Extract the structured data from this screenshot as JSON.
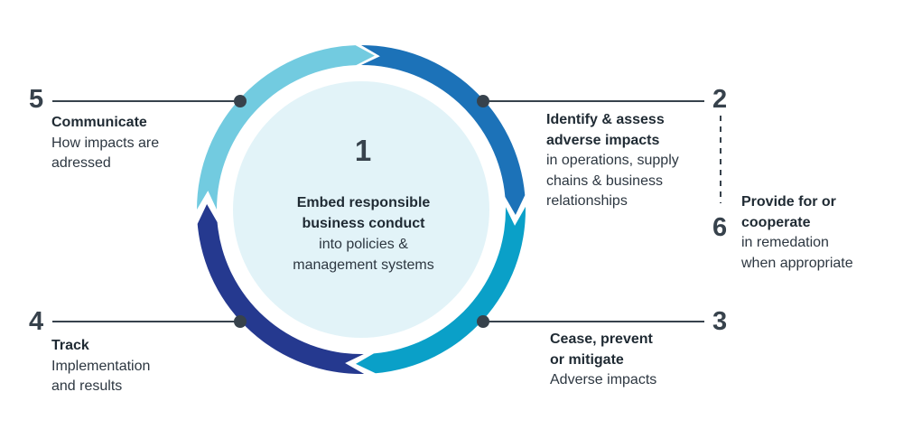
{
  "center": {
    "number": "1",
    "title_line1": "Embed responsible",
    "title_line2": "business conduct",
    "desc_line1": "into policies &",
    "desc_line2": "management systems"
  },
  "steps": {
    "identify": {
      "number": "2",
      "title_line1": "Identify & assess",
      "title_line2": "adverse impacts",
      "desc_line1": "in operations, supply",
      "desc_line2": "chains & business",
      "desc_line3": "relationships"
    },
    "cease": {
      "number": "3",
      "title_line1": "Cease, prevent",
      "title_line2": "or mitigate",
      "desc_line1": "Adverse impacts"
    },
    "track": {
      "number": "4",
      "title_line1": "Track",
      "desc_line1": "Implementation",
      "desc_line2": "and results"
    },
    "communicate": {
      "number": "5",
      "title_line1": "Communicate",
      "desc_line1": "How impacts are",
      "desc_line2": "adressed"
    },
    "remediate": {
      "number": "6",
      "title_line1": "Provide for or",
      "title_line2": "cooperate",
      "desc_line1": "in remedation",
      "desc_line2": "when appropriate"
    }
  },
  "colors": {
    "center_fill": "#e2f3f8",
    "segment_communicate": "#72cbe0",
    "segment_identify": "#1c72b8",
    "segment_cease": "#0aa0c8",
    "segment_track": "#25398f",
    "connector": "#37424c"
  }
}
